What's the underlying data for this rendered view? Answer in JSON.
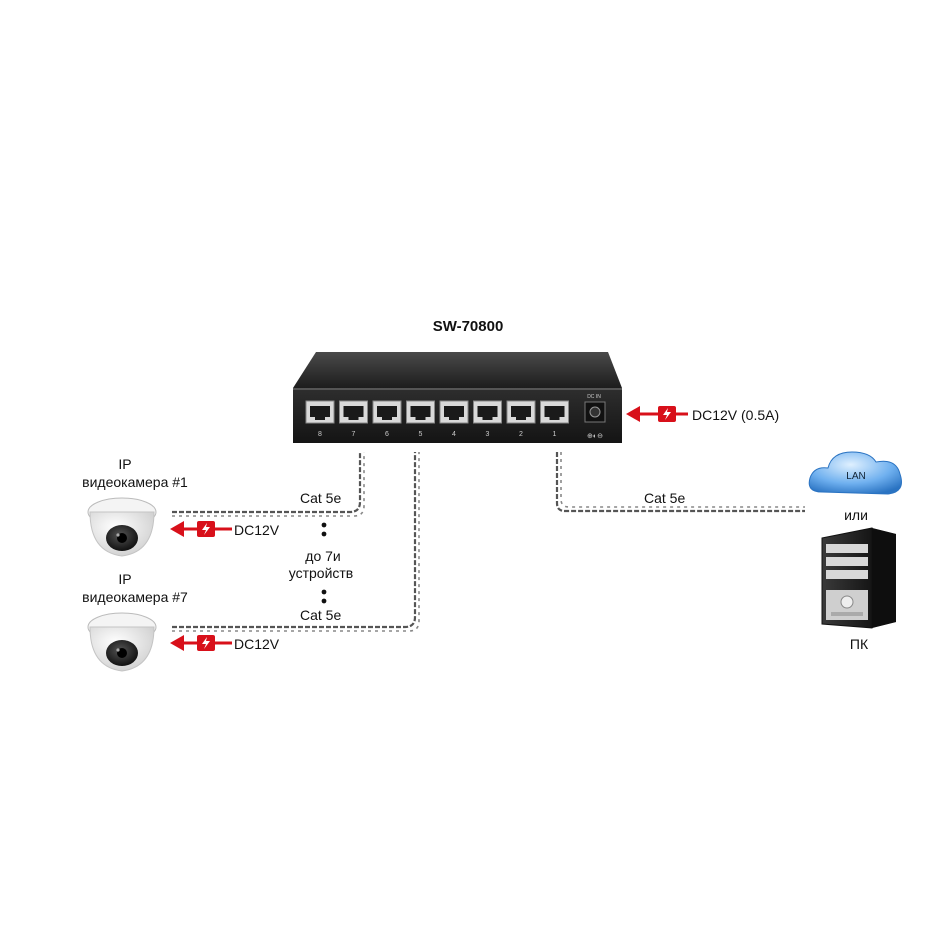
{
  "switch": {
    "model": "SW-70800",
    "dc_in_label": "DC IN",
    "ports": [
      "8",
      "7",
      "6",
      "5",
      "4",
      "3",
      "2",
      "1"
    ],
    "power": "DC12V (0.5A)"
  },
  "cameras": [
    {
      "line1": "IP",
      "line2": "видеокамера #1",
      "power": "DC12V",
      "cable": "Cat 5e"
    },
    {
      "line1": "IP",
      "line2": "видеокамера #7",
      "power": "DC12V",
      "cable": "Cat 5e"
    }
  ],
  "middle_note": {
    "line1": "до 7и",
    "line2": "устройств"
  },
  "uplink": {
    "cable": "Cat 5e",
    "lan": "LAN",
    "or": "или",
    "pc": "ПК"
  },
  "colors": {
    "power_arrow": "#d8101a",
    "switch_body": "#262626",
    "cloud": "#4a90d9",
    "cable": "#555555"
  }
}
